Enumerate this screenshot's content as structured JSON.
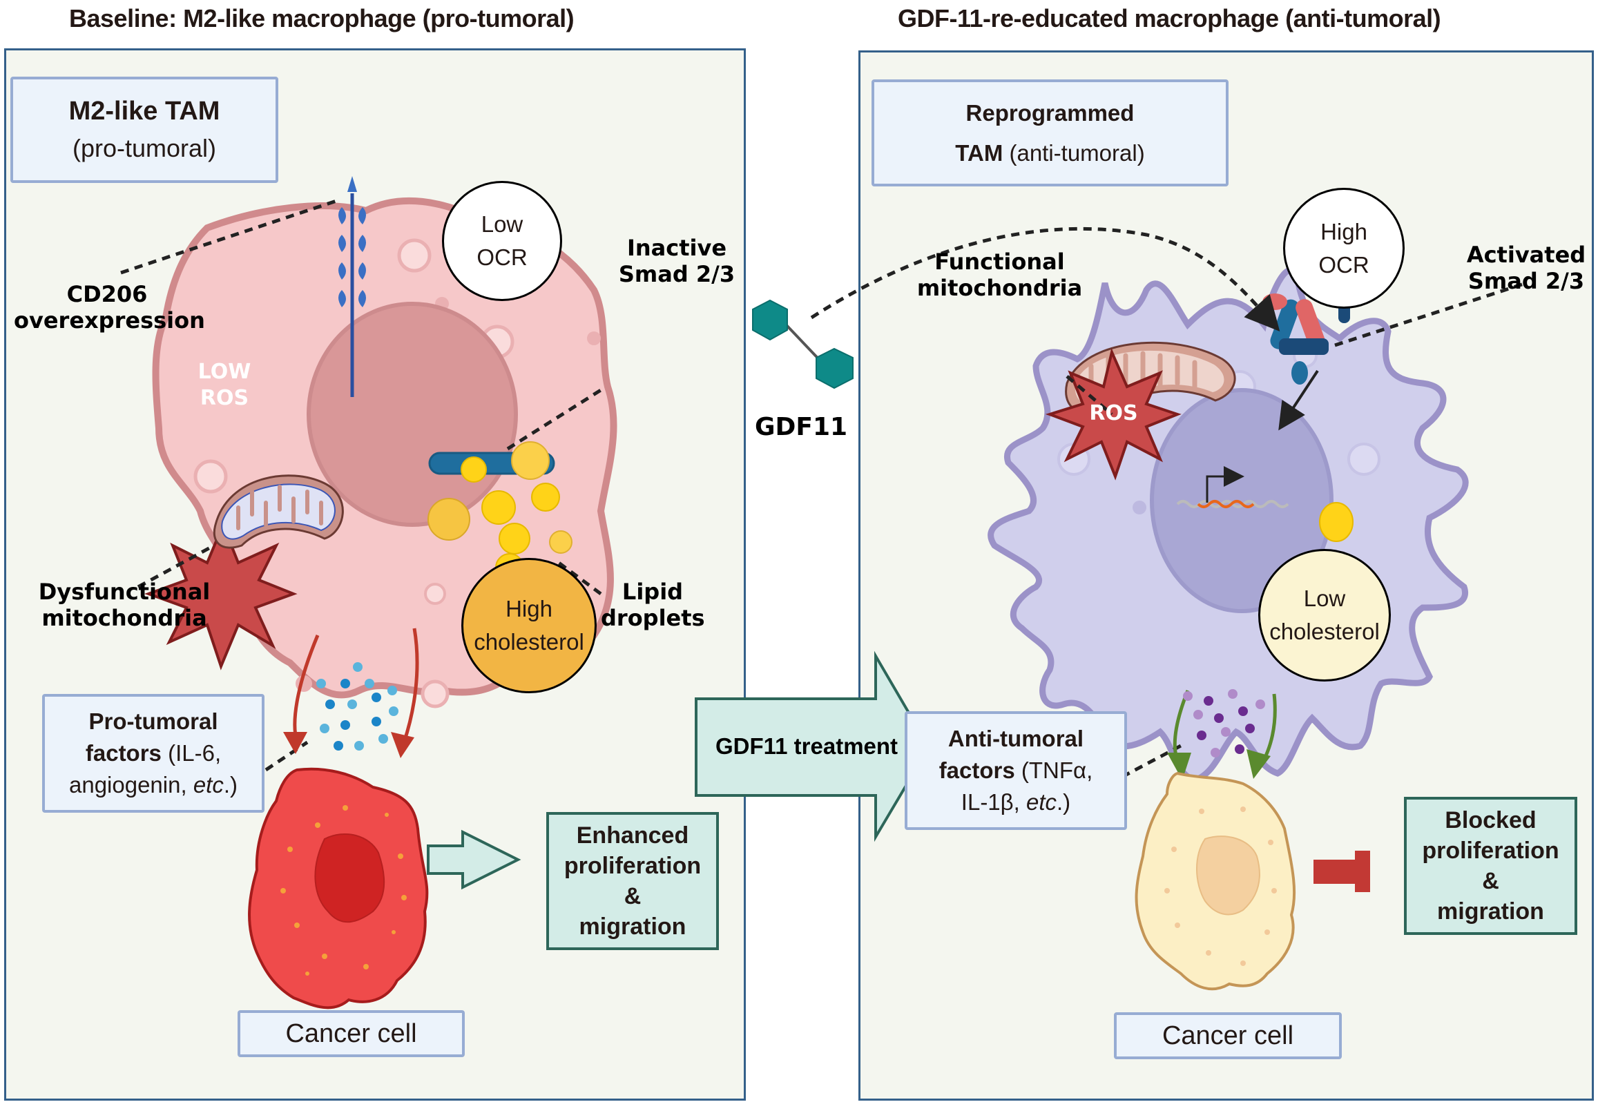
{
  "titles": {
    "left": "Baseline: M2-like macrophage (pro-tumoral)",
    "right": "GDF-11-re-educated macrophage (anti-tumoral)"
  },
  "left_panel": {
    "cell_type_box": {
      "bold": "M2-like TAM",
      "normal": "(pro-tumoral)"
    },
    "annotations": {
      "cd206": [
        "CD206",
        "overexpression"
      ],
      "smad": [
        "Inactive",
        "Smad 2/3"
      ],
      "mitochondria": [
        "Dysfunctional",
        "mitochondria"
      ],
      "lipid": [
        "Lipid",
        "droplets"
      ],
      "ros": [
        "LOW",
        "ROS"
      ]
    },
    "ocr_circle": [
      "Low",
      "OCR"
    ],
    "cholesterol_circle": [
      "High",
      "cholesterol"
    ],
    "factors_box": {
      "bold1": "Pro-tumoral",
      "bold2": "factors",
      "normal2": " (IL-6,",
      "normal3": "angiogenin, ",
      "italic3": "etc",
      "end3": ".)"
    },
    "outcome": [
      "Enhanced",
      "proliferation",
      "&",
      "migration"
    ],
    "cancer_label": "Cancer cell"
  },
  "middle": {
    "molecule_label": "GDF11",
    "treatment_arrow_label": "GDF11 treatment"
  },
  "right_panel": {
    "cell_type_box": {
      "bold1": "Reprogrammed",
      "bold2": "TAM",
      "normal2": " (anti-tumoral)"
    },
    "annotations": {
      "mitochondria": [
        "Functional",
        "mitochondria"
      ],
      "smad": [
        "Activated",
        "Smad 2/3"
      ],
      "ros": "ROS"
    },
    "ocr_circle": [
      "High",
      "OCR"
    ],
    "cholesterol_circle": [
      "Low",
      "cholesterol"
    ],
    "factors_box": {
      "bold1": "Anti-tumoral",
      "bold2": "factors",
      "normal2": " (TNFα,",
      "normal3": "IL-1β, ",
      "italic3": "etc",
      "end3": ".)"
    },
    "outcome": [
      "Blocked",
      "proliferation",
      "&",
      "migration"
    ],
    "cancer_label": "Cancer cell"
  },
  "colors": {
    "panel_bg": "#f4f6ef",
    "panel_border": "#34608a",
    "m2_cell": "#f6c8c9",
    "m2_membrane": "#d08a8c",
    "reprogrammed_cell": "#d0cfec",
    "reprogrammed_membrane": "#9b92c8",
    "ros_star": "#c94a4a",
    "smad_blue": "#1f6e9e",
    "gdf11_teal": "#0e8a88",
    "cancer_red": "#ef4b4b",
    "cancer_pale": "#fcefc5",
    "outcome_fill": "#d3ece7",
    "inhibit_red": "#c23934",
    "green_arrow": "#5a8a2e",
    "red_arrow": "#c0392b"
  }
}
